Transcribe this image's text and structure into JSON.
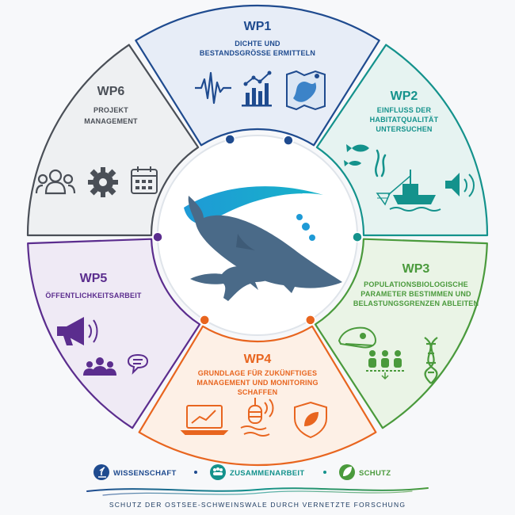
{
  "segments": {
    "wp1": {
      "title": "WP1",
      "lines": [
        "DICHTE UND",
        "BESTANDSGRÖSSE ERMITTELN"
      ],
      "color": "#1f4b8f",
      "fill": "#e7edf7"
    },
    "wp2": {
      "title": "WP2",
      "lines": [
        "EINFLUSS DER",
        "HABITATQUALITÄT",
        "UNTERSUCHEN"
      ],
      "color": "#14928c",
      "fill": "#e6f3f1"
    },
    "wp3": {
      "title": "WP3",
      "lines": [
        "POPULATIONSBIOLOGISCHE",
        "PARAMETER BESTIMMEN UND",
        "BELASTUNGSGRENZEN ABLEITEN"
      ],
      "color": "#4a9a3c",
      "fill": "#eaf4e6"
    },
    "wp4": {
      "title": "WP4",
      "lines": [
        "GRUNDLAGE FÜR ZUKÜNFTIGES",
        "MANAGEMENT UND MONITORING",
        "SCHAFFEN"
      ],
      "color": "#e8651f",
      "fill": "#fdf0e6"
    },
    "wp5": {
      "title": "WP5",
      "lines": [
        "ÖFFENTLICHKEITSARBEIT"
      ],
      "color": "#5b2d8e",
      "fill": "#efeaf5"
    },
    "wp6": {
      "title": "WP6",
      "lines": [
        "PROJEKT",
        "MANAGEMENT"
      ],
      "color": "#4a4f57",
      "fill": "#eef0f2"
    }
  },
  "icons": {
    "wp1": [
      "waveform-icon",
      "bar-chart-icon",
      "map-icon"
    ],
    "wp2": [
      "fish-icon",
      "seaweed-icon",
      "fishing-boat-icon",
      "speaker-icon"
    ],
    "wp3": [
      "porpoise-skull-icon",
      "population-icon",
      "dna-icon"
    ],
    "wp4": [
      "laptop-chart-icon",
      "hydrophone-icon",
      "shield-leaf-icon"
    ],
    "wp5": [
      "megaphone-icon",
      "group-icon",
      "chat-icon"
    ],
    "wp6": [
      "team-icon",
      "gear-icon",
      "calendar-icon"
    ]
  },
  "legend": [
    {
      "label": "WISSENSCHAFT",
      "color": "#1f4b8f",
      "icon": "microscope-icon"
    },
    {
      "label": "ZUSAMMENARBEIT",
      "color": "#14928c",
      "icon": "collaboration-icon"
    },
    {
      "label": "SCHUTZ",
      "color": "#4a9a3c",
      "icon": "leaf-icon"
    }
  ],
  "footer": {
    "text": "SCHUTZ DER OSTSEE-SCHWEINSWALE DURCH VERNETZTE FORSCHUNG"
  },
  "center": {
    "icon": "porpoise-family-icon",
    "body_color": "#4a6a88",
    "wave_color": "#1e9ad6"
  }
}
